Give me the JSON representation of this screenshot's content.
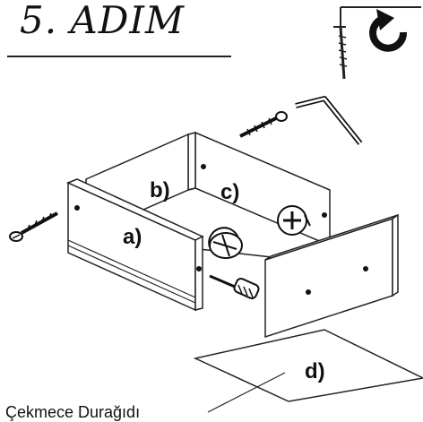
{
  "step": {
    "title": "5. ADIM"
  },
  "parts": {
    "a": "a)",
    "b": "b)",
    "c": "c)",
    "d": "d)"
  },
  "caption": "Çekmece Durağıdı",
  "icons": {
    "rotate": "rotate-clockwise-icon",
    "screw": "screw-icon",
    "allen_key": "allen-key-icon",
    "cam_lock": "cam-lock-icon",
    "dowel": "dowel-icon"
  }
}
